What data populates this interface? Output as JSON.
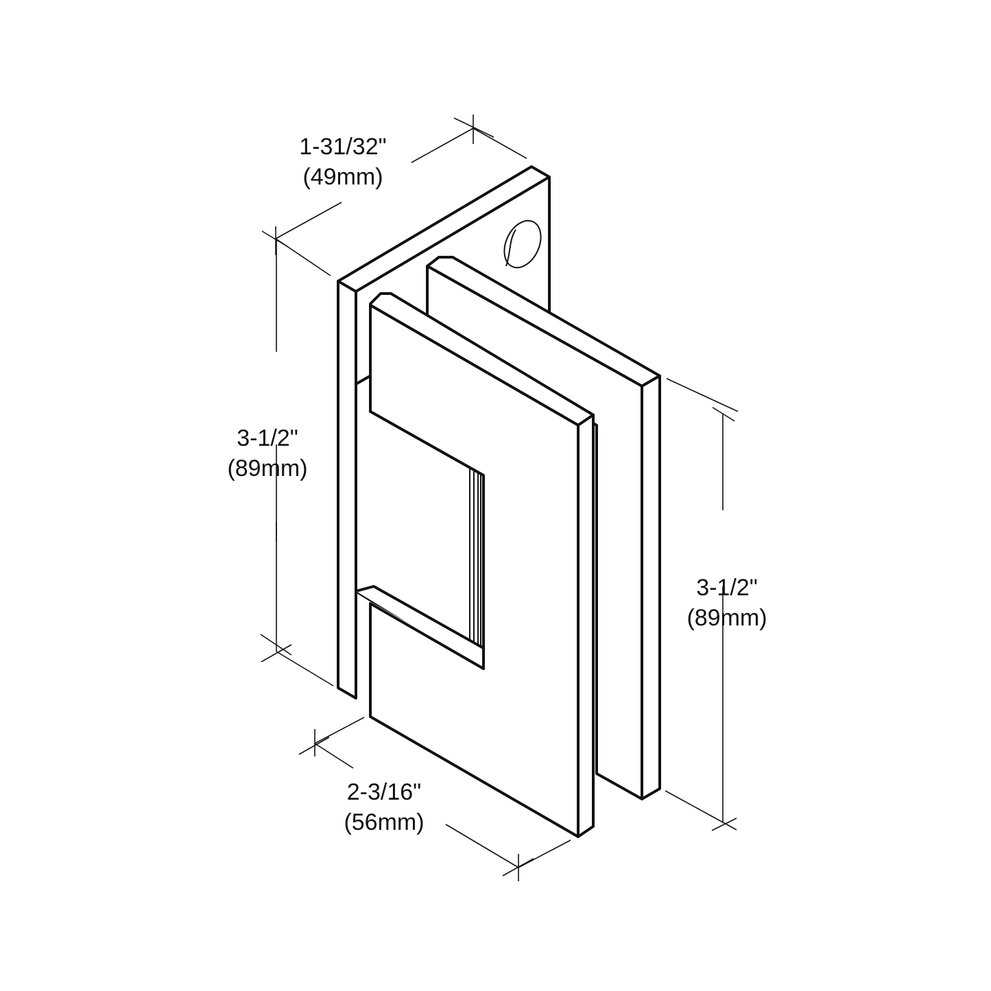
{
  "figure": {
    "subject": "glass-to-wall hinge technical line drawing",
    "line_color": "#111111",
    "background_color": "#ffffff"
  },
  "dimensions": {
    "top_depth": {
      "imperial": "1-31/32\"",
      "metric": "(49mm)"
    },
    "left_height": {
      "imperial": "3-1/2\"",
      "metric": "(89mm)"
    },
    "right_height": {
      "imperial": "3-1/2\"",
      "metric": "(89mm)"
    },
    "bottom_width": {
      "imperial": "2-3/16\"",
      "metric": "(56mm)"
    }
  }
}
